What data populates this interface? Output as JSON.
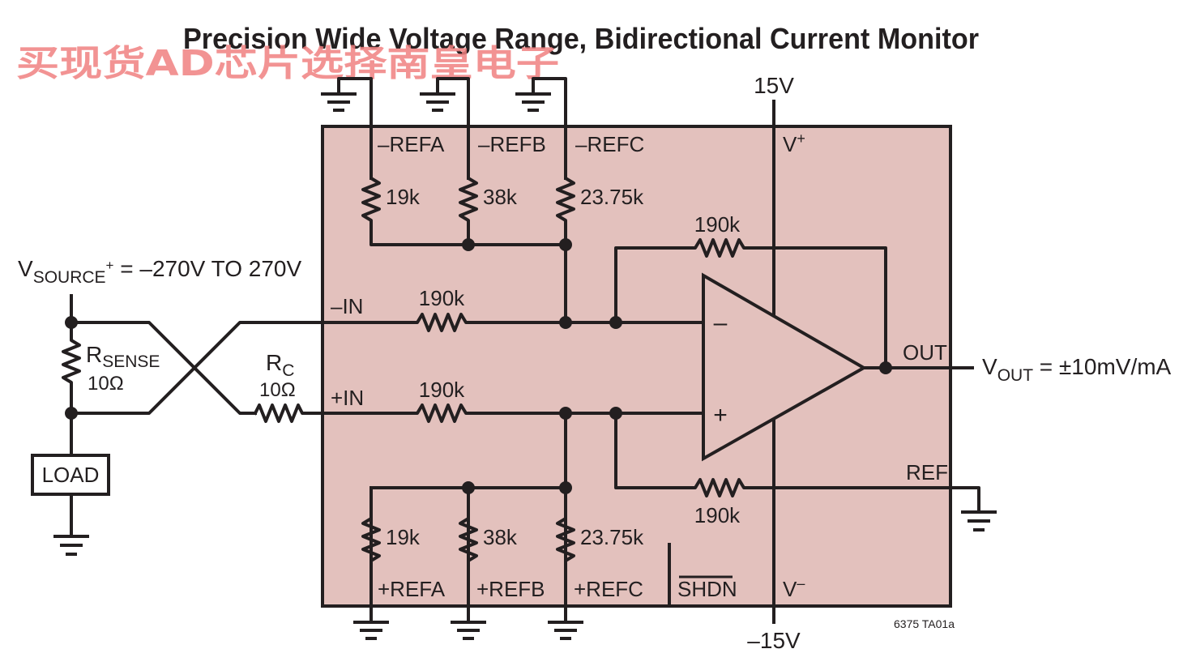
{
  "title": "Precision Wide Voltage Range, Bidirectional Current Monitor",
  "watermark": "买现货AD芯片选择南皇电子",
  "colors": {
    "chip_fill": "#e3c1bd",
    "line": "#231f20",
    "watermark": "#f08080"
  },
  "supply": {
    "positive": "15V",
    "negative": "–15V",
    "vplus_main": "V",
    "vplus_sup": "+",
    "vminus_main": "V",
    "vminus_sup": "–"
  },
  "pins": {
    "refa_neg": "–REFA",
    "refb_neg": "–REFB",
    "refc_neg": "–REFC",
    "in_neg": "–IN",
    "in_pos": "+IN",
    "refa_pos": "+REFA",
    "refb_pos": "+REFB",
    "refc_pos": "+REFC",
    "out": "OUT",
    "ref": "REF",
    "shdn": "SHDN"
  },
  "resistors": {
    "top_a": "19k",
    "top_b": "38k",
    "top_c": "23.75k",
    "bot_a": "19k",
    "bot_b": "38k",
    "bot_c": "23.75k",
    "feedback": "190k",
    "in_neg": "190k",
    "in_pos": "190k",
    "ref": "190k"
  },
  "external": {
    "source_main": "V",
    "source_sub": "SOURCE",
    "source_sup": "+",
    "source_range": " = –270V TO 270V",
    "rsense_main": "R",
    "rsense_sub": "SENSE",
    "rsense_value": "10Ω",
    "rc_main": "R",
    "rc_sub": "C",
    "rc_value": "10Ω",
    "load": "LOAD",
    "vout_main": "V",
    "vout_sub": "OUT",
    "vout_value": " = ±10mV/mA"
  },
  "opamp": {
    "minus": "–",
    "plus": "+"
  },
  "figure_id": "6375 TA01a"
}
